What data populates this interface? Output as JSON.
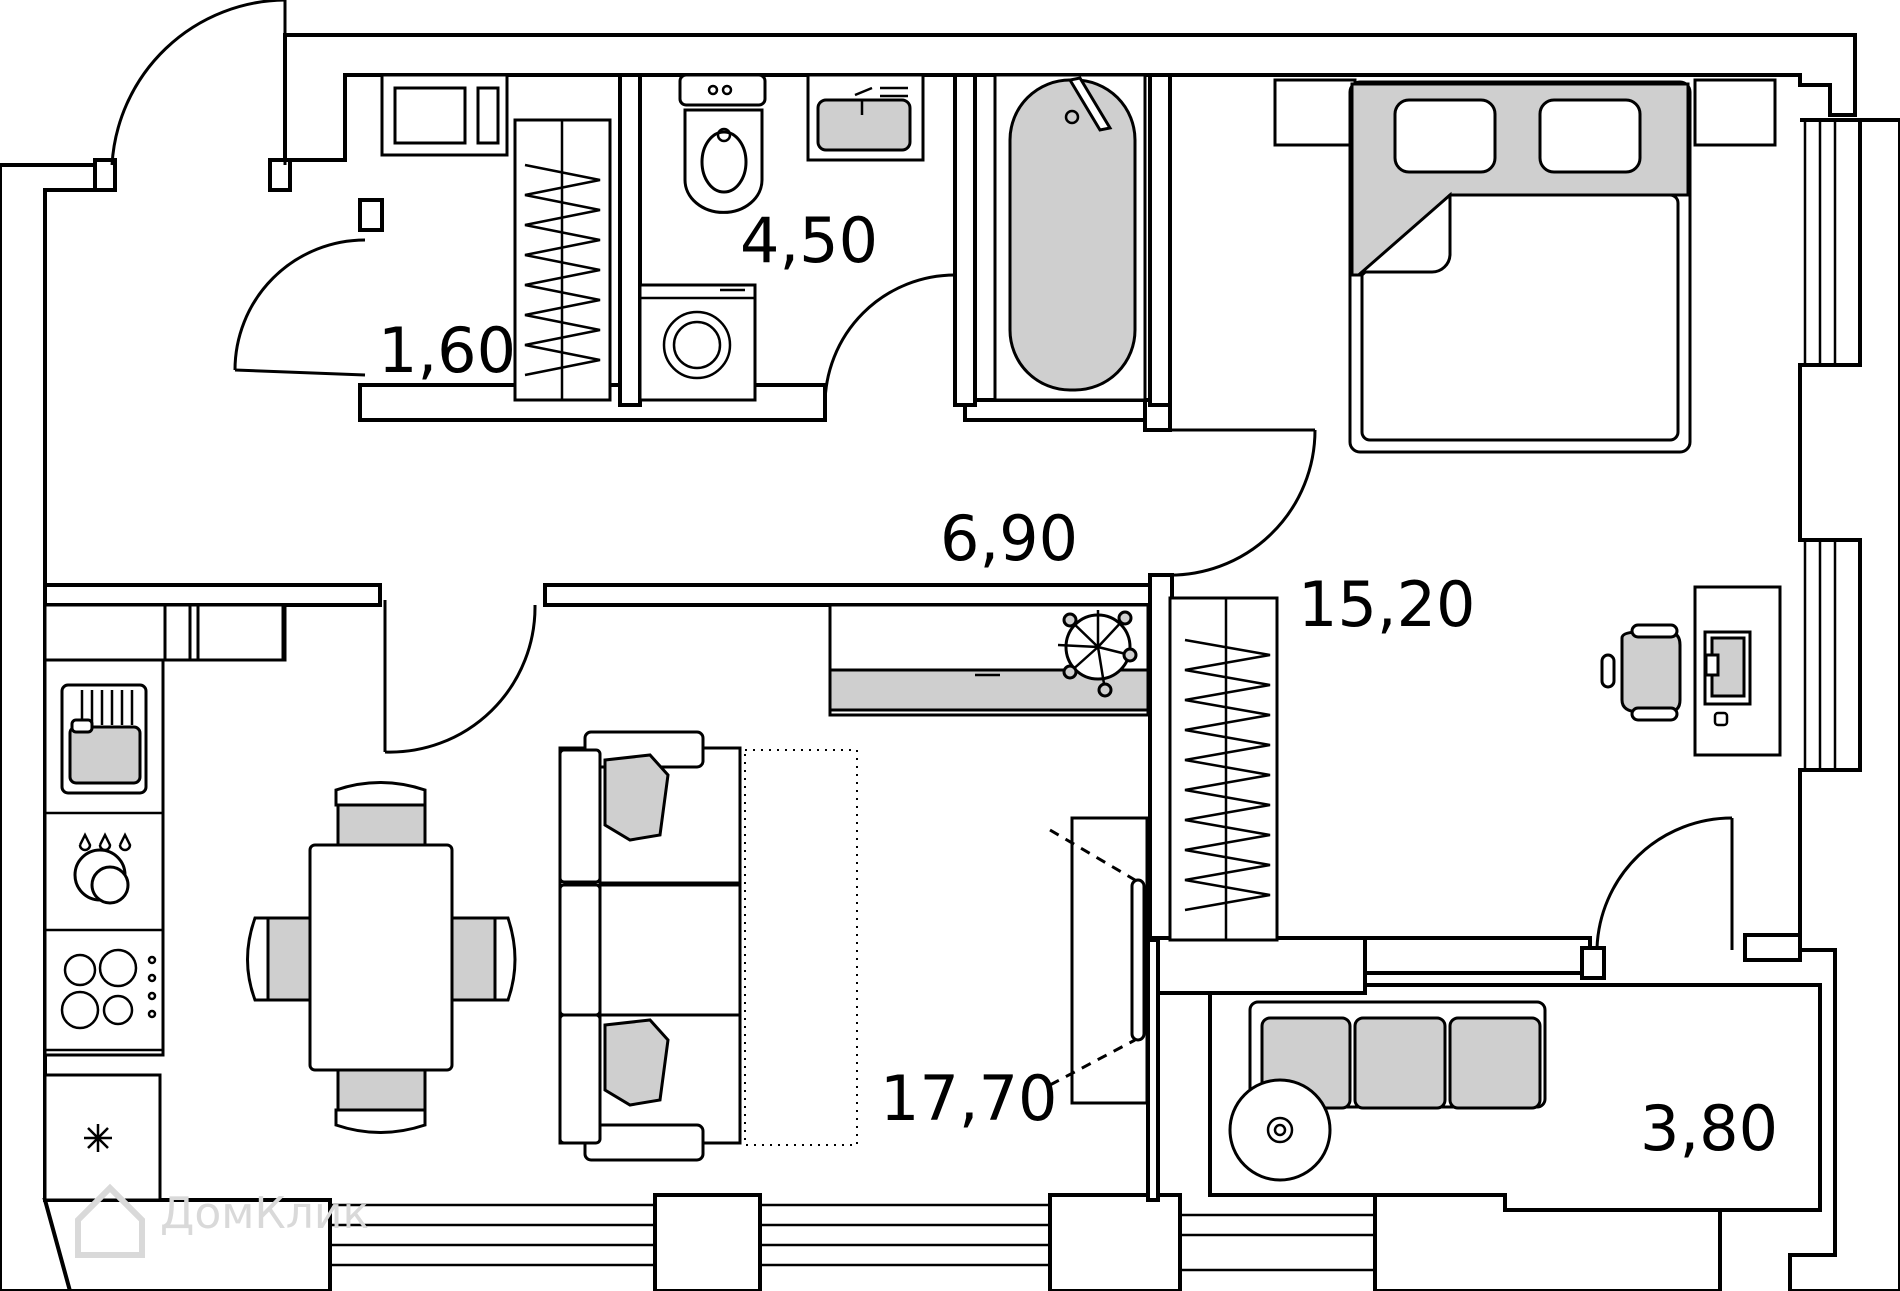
{
  "rooms": {
    "storage": {
      "area": "1,60"
    },
    "bathroom": {
      "area": "4,50"
    },
    "hallway": {
      "area": "6,90"
    },
    "bedroom": {
      "area": "15,20"
    },
    "living_kitchen": {
      "area": "17,70"
    },
    "balcony": {
      "area": "3,80"
    }
  },
  "watermark": {
    "text": "ДомКлик"
  },
  "icons": [
    "door-swing-icon",
    "wardrobe-icon",
    "toilet-icon",
    "sink-icon",
    "bathtub-icon",
    "washing-machine-icon",
    "bed-icon",
    "desk-icon",
    "laptop-icon",
    "office-chair-icon",
    "sofa-icon",
    "dining-table-icon",
    "chair-icon",
    "stove-icon",
    "fridge-icon",
    "plant-icon",
    "tv-icon",
    "armchair-icon",
    "round-table-icon",
    "window-icon"
  ]
}
